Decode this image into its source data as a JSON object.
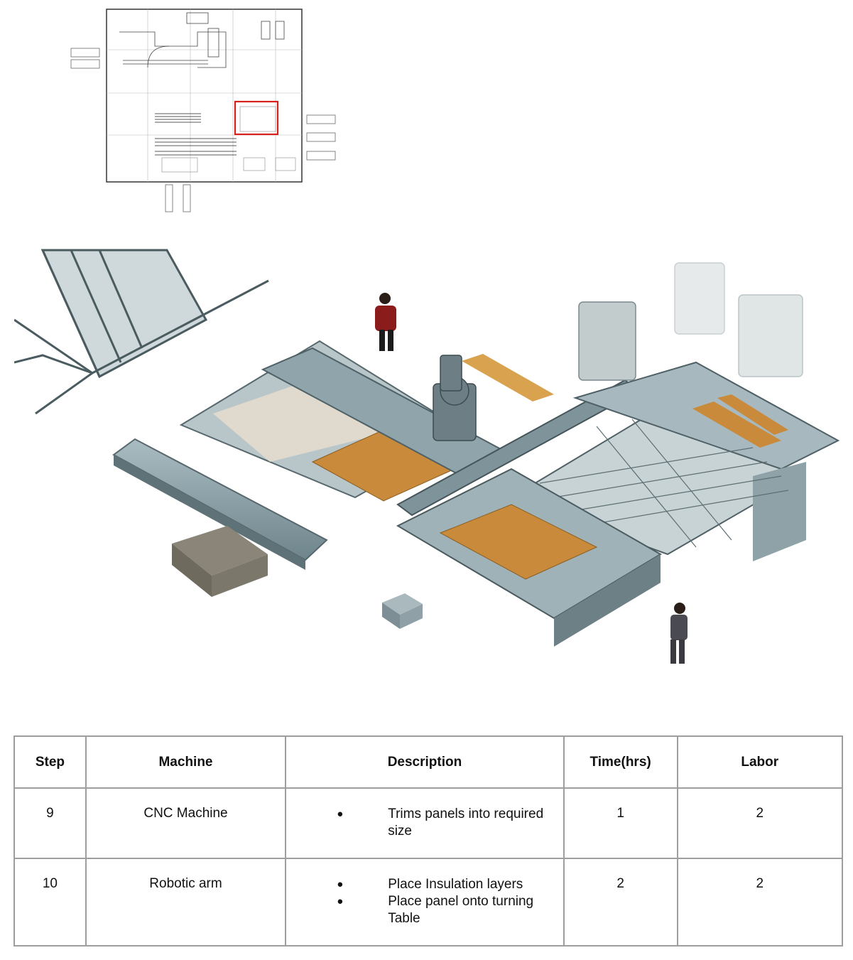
{
  "floor_plan": {
    "highlight_color": "#d9211c"
  },
  "render": {
    "colors": {
      "steel": "#8fa4ab",
      "steel_dark": "#5f7379",
      "wood": "#c98a3c",
      "base": "#7c776b"
    }
  },
  "table": {
    "headers": {
      "step": "Step",
      "machine": "Machine",
      "description": "Description",
      "time": "Time(hrs)",
      "labor": "Labor"
    },
    "rows": [
      {
        "step": "9",
        "machine": "CNC Machine",
        "description": [
          "Trims panels into required size"
        ],
        "time": "1",
        "labor": "2"
      },
      {
        "step": "10",
        "machine": "Robotic arm",
        "description": [
          "Place Insulation layers",
          "Place panel onto turning Table"
        ],
        "time": "2",
        "labor": "2"
      }
    ]
  }
}
